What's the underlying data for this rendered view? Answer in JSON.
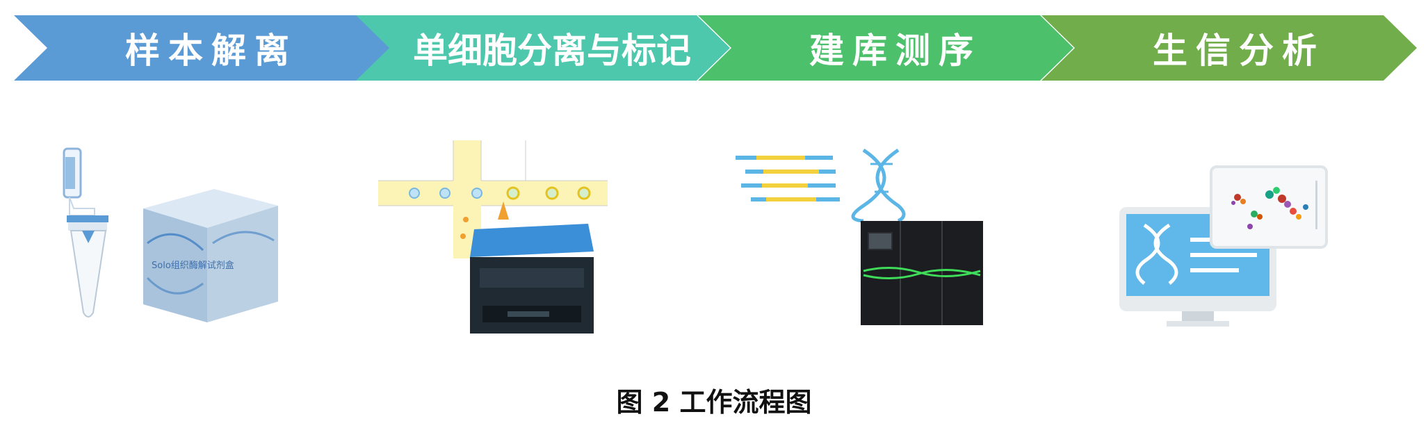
{
  "steps": [
    {
      "label": "样本解离",
      "color": "#5b9bd5"
    },
    {
      "label": "单细胞分离与标记",
      "color": "#4dc8ad"
    },
    {
      "label": "建库测序",
      "color": "#4cc06a"
    },
    {
      "label": "生信分析",
      "color": "#72ad4b"
    }
  ],
  "kit_label": "Solo组织酶解试剂盒",
  "caption": "图 2  工作流程图",
  "icons": [
    "tube-icon",
    "reagent-kit-icon",
    "microfluidic-chip-icon",
    "instrument-icon",
    "dna-reads-icon",
    "dna-helix-icon",
    "sequencer-icon",
    "monitor-icon",
    "scatter-plot-icon"
  ]
}
